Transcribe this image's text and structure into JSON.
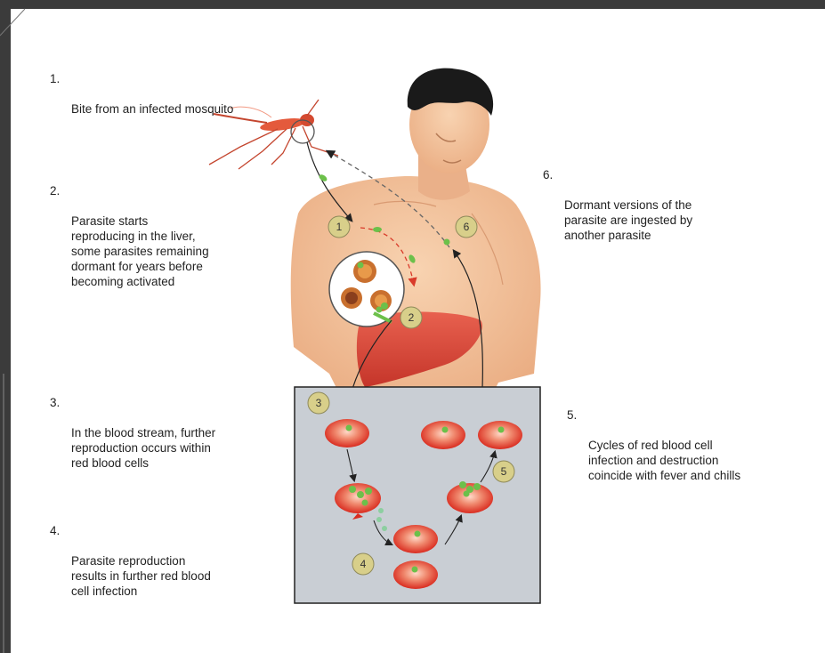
{
  "steps": [
    {
      "num": "1.",
      "text": "Bite from an infected mosquito"
    },
    {
      "num": "2.",
      "text": "Parasite starts\nreproducing in the liver,\nsome parasites remaining\ndormant for years before\nbecoming activated"
    },
    {
      "num": "3.",
      "text": "In the blood stream, further\nreproduction occurs within\nred blood cells"
    },
    {
      "num": "4.",
      "text": "Parasite reproduction\nresults in further red blood\ncell infection"
    },
    {
      "num": "5.",
      "text": "Cycles of red blood cell\ninfection and destruction\ncoincide with fever and chills"
    },
    {
      "num": "6.",
      "text": "Dormant versions of the\nparasite are ingested by\nanother parasite"
    }
  ],
  "badges": [
    "1",
    "2",
    "3",
    "4",
    "5",
    "6"
  ],
  "colors": {
    "skin": "#f4c29a",
    "hair": "#1a1a1a",
    "liver": "#d9453a",
    "rbc": "#e3392c",
    "parasite": "#6cc04a",
    "badge_fill": "#d8cf8a",
    "blood_panel": "#c9ced4"
  }
}
